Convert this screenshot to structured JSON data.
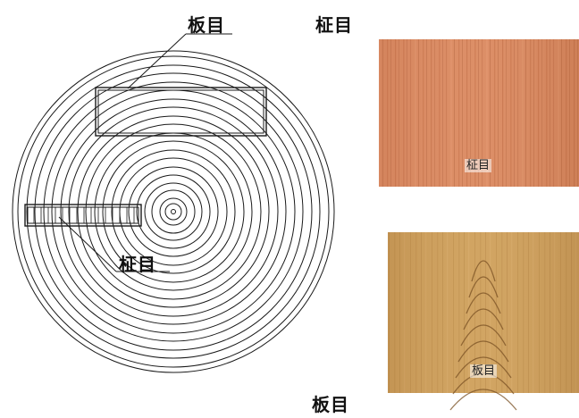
{
  "labels": {
    "top_right_heading": "柾目",
    "bottom_heading": "板目",
    "callout_top": "板目",
    "callout_left": "柾目",
    "photo_top": "柾目",
    "photo_bottom": "板目"
  },
  "colors": {
    "line": "#1a1a1a",
    "masame_wood": "#d4845a",
    "itame_wood": "#c99a55"
  }
}
